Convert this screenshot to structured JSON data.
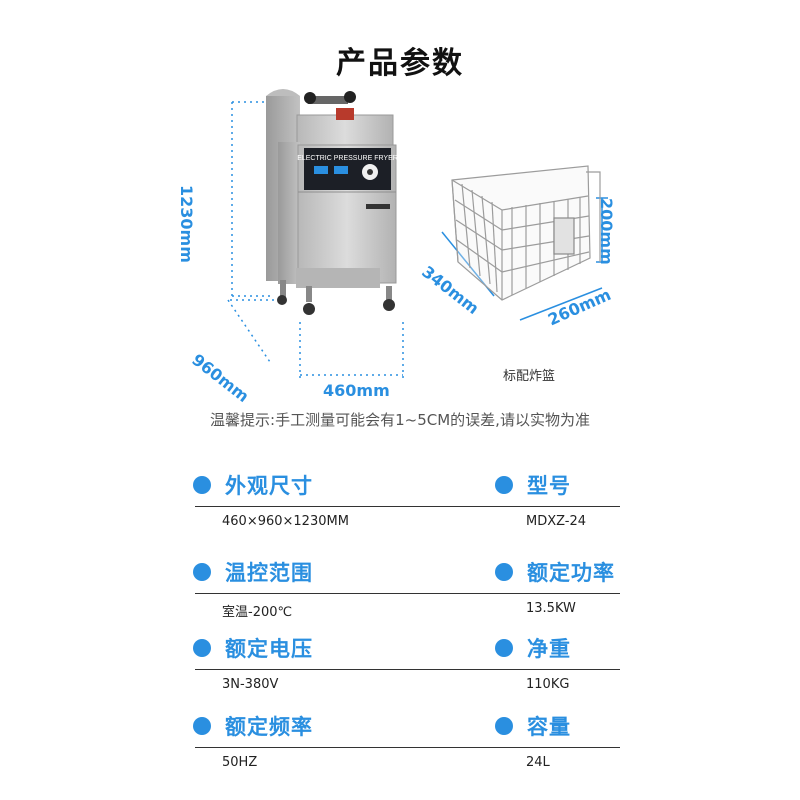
{
  "title": "产品参数",
  "dimensions": {
    "height": "1230mm",
    "width": "460mm",
    "depth": "960mm",
    "basket_height": "200mm",
    "basket_depth": "340mm",
    "basket_width": "260mm"
  },
  "panel_label": "ELECTRIC PRESSURE FRYER",
  "basket_caption": "标配炸篮",
  "note": "温馨提示:手工测量可能会有1~5CM的误差,请以实物为准",
  "specs": [
    {
      "label": "外观尺寸",
      "value": "460×960×1230MM"
    },
    {
      "label": "型号",
      "value": "MDXZ-24"
    },
    {
      "label": "温控范围",
      "value": "室温-200℃"
    },
    {
      "label": "额定功率",
      "value": "13.5KW"
    },
    {
      "label": "额定电压",
      "value": "3N-380V"
    },
    {
      "label": "净重",
      "value": "110KG"
    },
    {
      "label": "额定频率",
      "value": "50HZ"
    },
    {
      "label": "容量",
      "value": "24L"
    }
  ],
  "colors": {
    "accent": "#2a8fe0",
    "steel": "#c9c9c9",
    "steel_dark": "#8f8f8f",
    "panel": "#1c1f26"
  }
}
